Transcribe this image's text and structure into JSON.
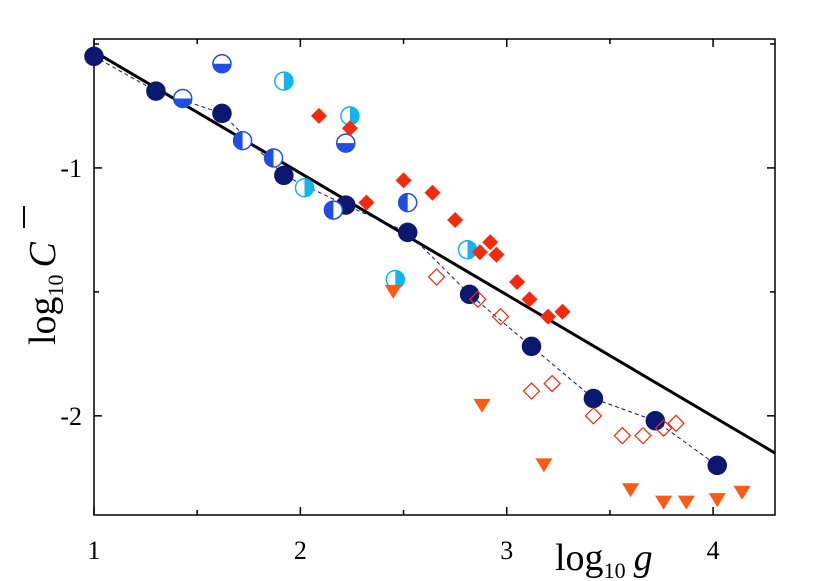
{
  "chart_data": {
    "type": "scatter",
    "xlabel": {
      "main": "log",
      "sub": "10",
      "var": "g"
    },
    "ylabel": {
      "main": "log",
      "sub": "10",
      "var": "C"
    },
    "xlim": [
      1.0,
      4.3
    ],
    "ylim": [
      -2.4,
      -0.48
    ],
    "x_ticks": [
      1,
      2,
      3,
      4
    ],
    "x_tick_labels": [
      "1",
      "2",
      "3",
      "4"
    ],
    "y_ticks": [
      -1,
      -2
    ],
    "y_tick_labels": [
      "-1",
      "-2"
    ],
    "grid": false,
    "legend": "none",
    "colors": {
      "navy": "#0a1870",
      "blue": "#1f4ee0",
      "cyan": "#12b4ec",
      "red": "#f52a0c",
      "orange": "#ff5a14",
      "line": "#000000"
    },
    "fit_line": {
      "x": [
        1.0,
        4.3
      ],
      "y": [
        -0.53,
        -2.15
      ]
    },
    "series": [
      {
        "marker": "filled-circle",
        "color": "navy",
        "connected": true,
        "x": [
          1.0,
          1.3,
          1.62,
          1.92,
          2.22,
          2.52,
          2.82,
          3.12,
          3.42,
          3.72,
          4.02
        ],
        "y": [
          -0.55,
          -0.69,
          -0.78,
          -1.03,
          -1.15,
          -1.26,
          -1.51,
          -1.72,
          -1.93,
          -2.02,
          -2.2
        ]
      },
      {
        "marker": "circle-bottom-half",
        "color": "blue",
        "x": [
          1.43,
          1.62,
          2.22
        ],
        "y": [
          -0.72,
          -0.58,
          -0.9
        ]
      },
      {
        "marker": "circle-left-half",
        "color": "blue",
        "x": [
          1.72,
          1.87,
          2.16,
          2.52
        ],
        "y": [
          -0.89,
          -0.96,
          -1.17,
          -1.14
        ]
      },
      {
        "marker": "circle-right-half",
        "color": "cyan",
        "x": [
          1.92,
          2.02,
          2.24,
          2.46,
          2.81
        ],
        "y": [
          -0.65,
          -1.08,
          -0.79,
          -1.45,
          -1.33
        ]
      },
      {
        "marker": "filled-diamond",
        "color": "red",
        "x": [
          2.09,
          2.24,
          2.32,
          2.5,
          2.64,
          2.75,
          2.87,
          2.92,
          2.95,
          3.05,
          3.11,
          3.2,
          3.27
        ],
        "y": [
          -0.79,
          -0.84,
          -1.14,
          -1.05,
          -1.1,
          -1.21,
          -1.34,
          -1.3,
          -1.35,
          -1.46,
          -1.53,
          -1.6,
          -1.58
        ]
      },
      {
        "marker": "open-diamond",
        "color": "red",
        "x": [
          2.66,
          2.86,
          2.97,
          3.12,
          3.22,
          3.42,
          3.56,
          3.66,
          3.76,
          3.82
        ],
        "y": [
          -1.44,
          -1.53,
          -1.6,
          -1.9,
          -1.87,
          -2.0,
          -2.08,
          -2.08,
          -2.05,
          -2.03
        ]
      },
      {
        "marker": "filled-triangle-down",
        "color": "orange",
        "x": [
          2.45,
          2.88,
          3.18,
          3.6,
          3.76,
          3.87,
          4.02,
          4.14
        ],
        "y": [
          -1.5,
          -1.96,
          -2.2,
          -2.3,
          -2.35,
          -2.35,
          -2.34,
          -2.31
        ]
      }
    ]
  }
}
